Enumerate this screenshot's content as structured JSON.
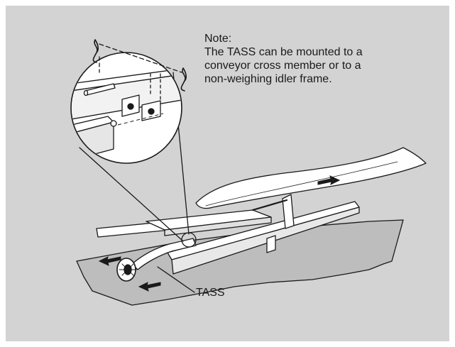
{
  "note": {
    "heading": "Note:",
    "lines": [
      "The TASS can be mounted to a",
      "conveyor cross member or to a",
      "non-weighing idler frame."
    ]
  },
  "callout": {
    "label": "TASS"
  },
  "colors": {
    "background": "#d3d3d3",
    "frame": "#ffffff",
    "stroke": "#1a1a1a",
    "part_fill": "#ffffff",
    "part_shade": "#bdbdbd"
  },
  "icons": [
    "retaining-clip-icon",
    "direction-arrow-icon"
  ]
}
